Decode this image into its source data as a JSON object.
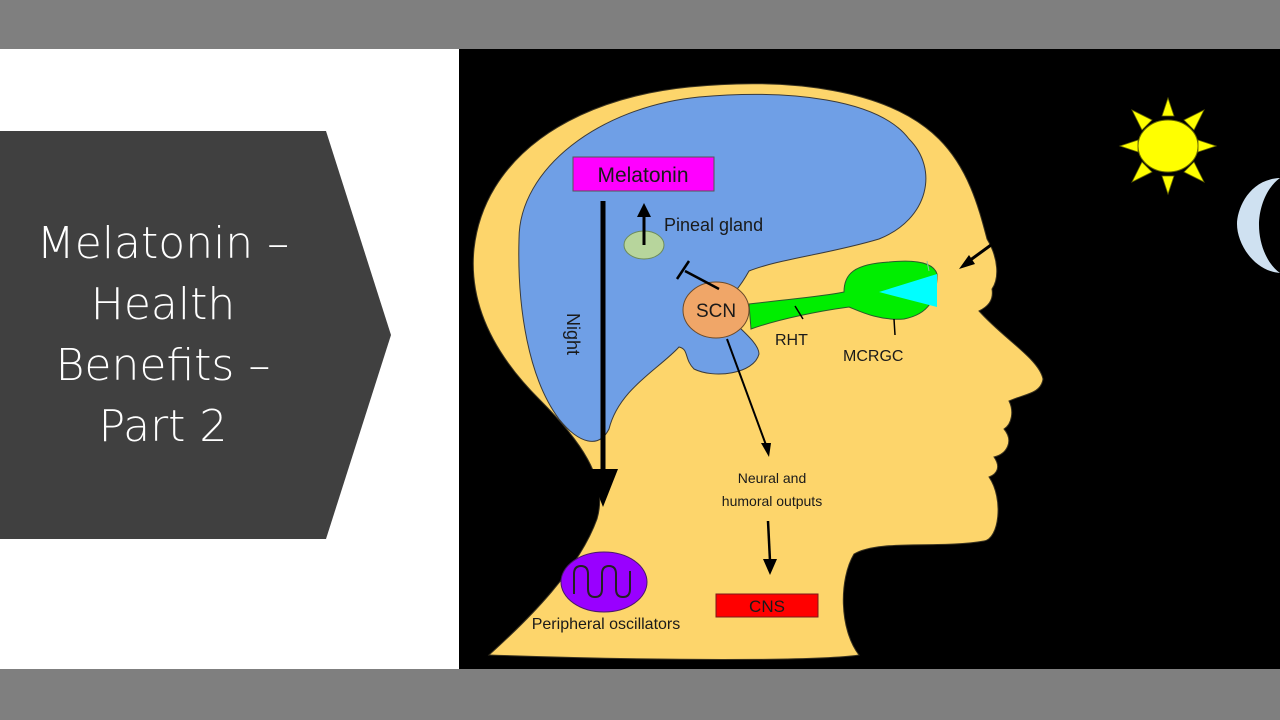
{
  "slide": {
    "title": "Melatonin –\nHealth\nBenefits –\nPart 2",
    "colors": {
      "frame_bar": "#7f7f7f",
      "chevron": "#404040",
      "title_text": "#ffffff",
      "diagram_background": "#000000",
      "head": "#fdd56b",
      "brain": "#6f9fe6",
      "melatonin_box": "#ff00ff",
      "pineal_gland": "#b7d59c",
      "scn": "#f0a668",
      "retina_pathway": "#00ee00",
      "lens": "#00ffff",
      "oscillator": "#9900ff",
      "cns_box": "#ff0000",
      "sun": "#ffff00",
      "moon": "#cfe1f1"
    }
  },
  "diagram": {
    "labels": {
      "melatonin": "Melatonin",
      "pineal_gland": "Pineal gland",
      "night": "Night",
      "scn": "SCN",
      "rht": "RHT",
      "mcrgc": "MCRGC",
      "outputs_line1": "Neural and",
      "outputs_line2": "humoral outputs",
      "cns": "CNS",
      "peripheral_oscillators": "Peripheral oscillators"
    },
    "icons": [
      "sun-icon",
      "moon-icon",
      "light-arrow-icon"
    ]
  }
}
